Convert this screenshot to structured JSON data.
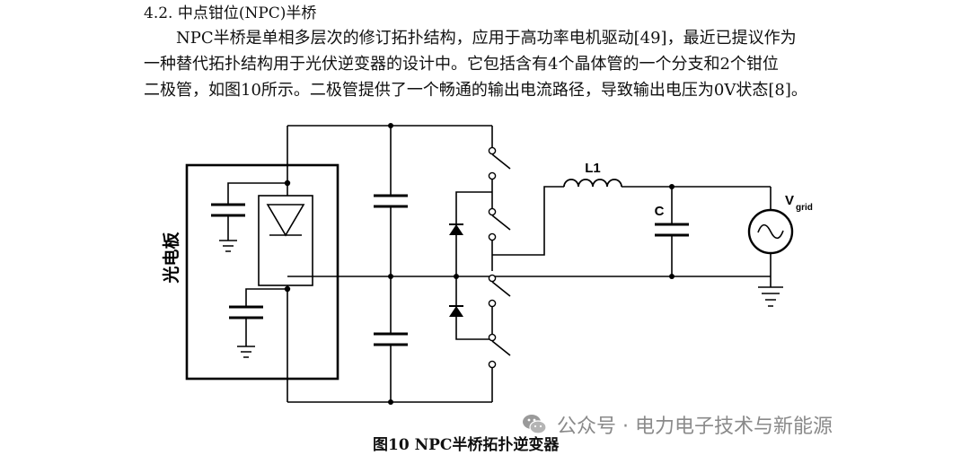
{
  "section": {
    "heading": "4.2.  中点钳位(NPC)半桥"
  },
  "paragraph": {
    "lines": [
      "NPC半桥是单相多层次的修订拓扑结构，应用于高功率电机驱动[49]，最近已提议作为",
      "一种替代拓扑结构用于光伏逆变器的设计中。它包括含有4个晶体管的一个分支和2个钳位",
      "二极管，如图10所示。二极管提供了一个畅通的输出电流路径，导致输出电压为0V状态[8]。"
    ]
  },
  "figure": {
    "pv_label": "光电板",
    "inductor_label": "L1",
    "capacitor_label": "C",
    "grid_label_main": "V",
    "grid_label_sub": "grid",
    "caption": "图10 NPC半桥拓扑逆变器"
  },
  "watermark": {
    "text": "公众号 · 电力电子技术与新能源",
    "icon": "wechat-icon"
  }
}
